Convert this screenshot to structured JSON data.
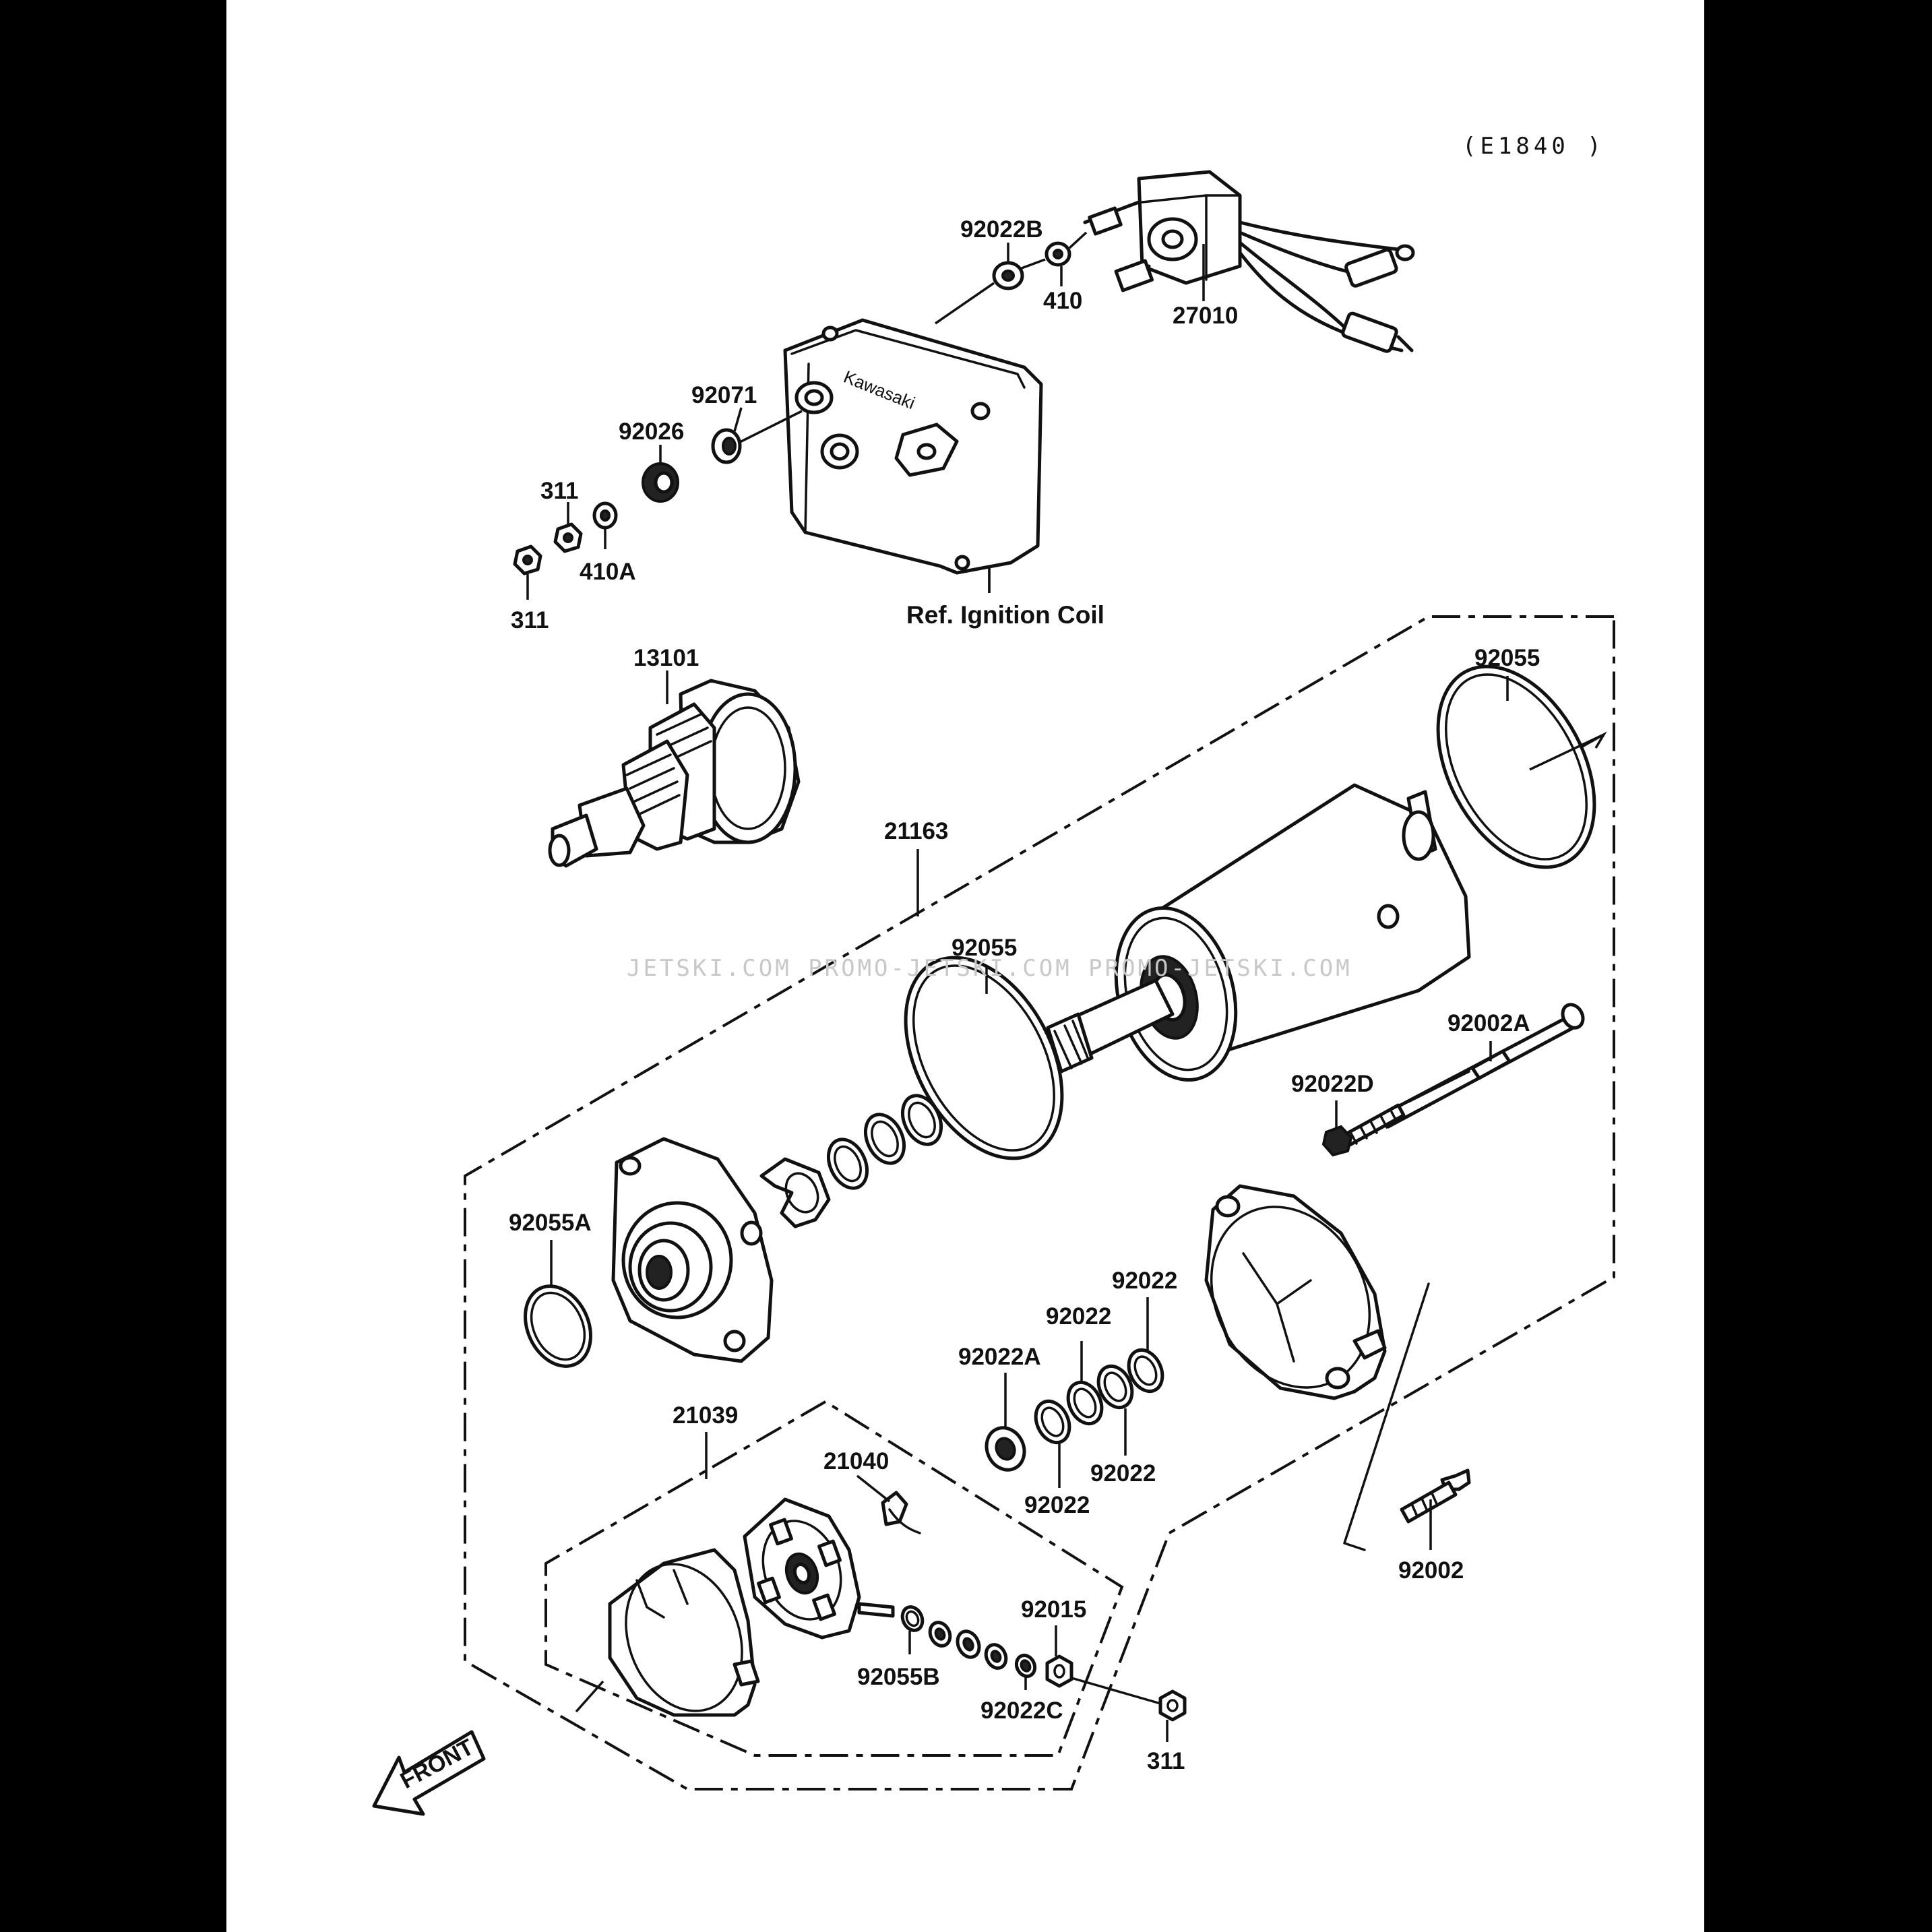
{
  "diagram_code": "(E1840 )",
  "watermark": "JETSKI.COM   PROMO-JETSKI.COM   PROMO-JETSKI.COM",
  "front_label": "FRONT",
  "ref_note": "Ref. Ignition Coil",
  "parts": {
    "p27010": "27010",
    "p92022B": "92022B",
    "p410": "410",
    "p92071": "92071",
    "p92026": "92026",
    "p311_upper": "311",
    "p410A": "410A",
    "p311_left": "311",
    "p13101": "13101",
    "p92055_top": "92055",
    "p21163": "21163",
    "p92055_mid": "92055",
    "p92002A": "92002A",
    "p92022D": "92022D",
    "p92055A": "92055A",
    "p92022_a": "92022",
    "p92022_b": "92022",
    "p92022A": "92022A",
    "p92022_c": "92022",
    "p92022_d": "92022",
    "p21039": "21039",
    "p21040": "21040",
    "p92002": "92002",
    "p92015": "92015",
    "p92055B": "92055B",
    "p92022C": "92022C",
    "p311_bottom": "311"
  }
}
